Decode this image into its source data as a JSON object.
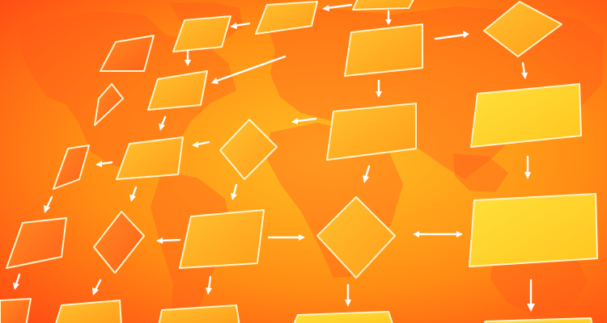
{
  "theme": {
    "background_top_left": "#ff8f0f",
    "background_center": "#ffb017",
    "background_edge": "#ff3f12",
    "node_fill_warm": "#ffb72a",
    "node_fill_bright": "#ffd21f",
    "node_fill_hot": "#ff7b1c",
    "node_stroke": "#fff3c8",
    "arrow_color": "#ffffff",
    "map_color": "#ff5a1a"
  },
  "diagram": {
    "kind": "flowchart",
    "background_motif": "world-map",
    "node_labels_visible": false,
    "node_count": 26,
    "arrow_count": 21
  }
}
